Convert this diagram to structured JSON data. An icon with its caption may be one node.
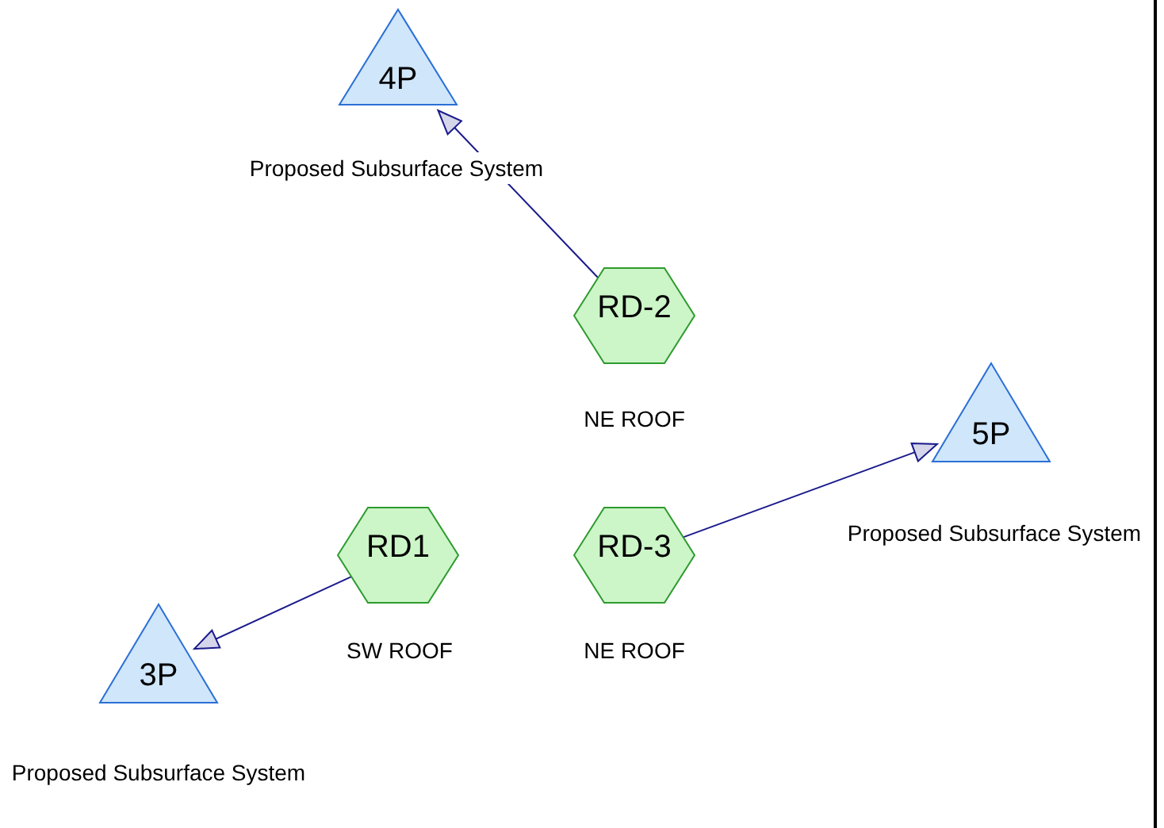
{
  "diagram": {
    "nodes": [
      {
        "text": [
          "4P"
        ],
        "beside": [
          "Proposed Subsurface System"
        ]
      },
      {
        "text": [
          "RD-2"
        ],
        "beside": [
          "NE ROOF"
        ]
      },
      {
        "text": [
          "5P"
        ],
        "beside": [
          "Proposed Subsurface System"
        ]
      },
      {
        "text": [
          "RD1"
        ],
        "beside": [
          "SW ROOF"
        ]
      },
      {
        "text": [
          "RD-3"
        ],
        "beside": [
          "NE ROOF"
        ]
      },
      {
        "text": [
          "3P"
        ],
        "beside": [
          "Proposed Subsurface System"
        ]
      }
    ],
    "edges": [
      {
        "from": 1,
        "to": 0,
        "arrow": "to"
      },
      {
        "from": 4,
        "to": 2,
        "arrow": "to"
      },
      {
        "from": 3,
        "to": 5,
        "arrow": "to"
      }
    ]
  }
}
